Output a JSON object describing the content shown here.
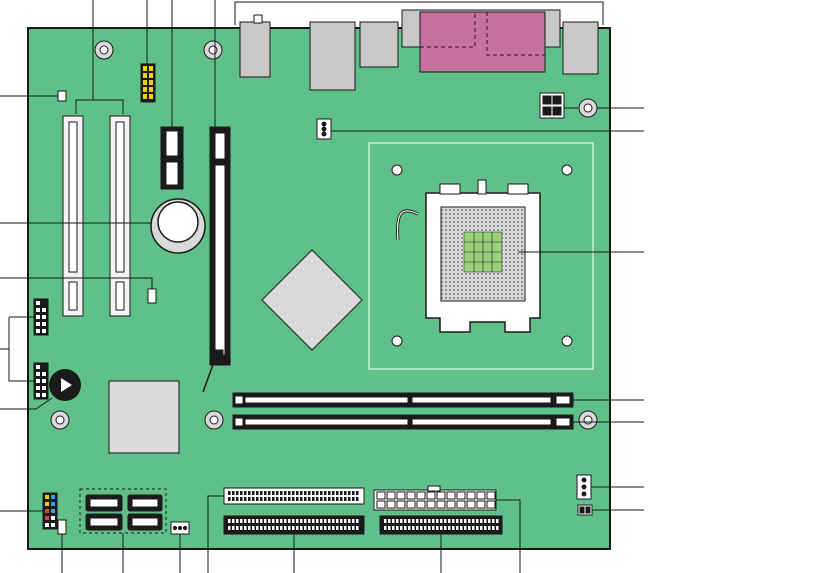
{
  "diagram": {
    "board_color": "#5fc08a",
    "board_outline": "#1a1a1a",
    "component_grey": "#c8c8c8",
    "leader_color": "#1a1a1a",
    "highlight_colors": {
      "parallel_port": "#c870a0",
      "jumper_block": "#f0d000",
      "panel_header_pins": [
        "#f0d000",
        "#3aa0e0",
        "#e04040",
        "#ffffff"
      ],
      "cpu_contacts": "#9ad07a",
      "cpu_socket_grid": "#a0a0a0"
    },
    "components": [
      "back-panel-connectors",
      "parallel-port",
      "pci-slot-1",
      "pci-slot-2",
      "pci-express-x1-slot",
      "pci-express-x16-slot",
      "jumper-block",
      "cmos-battery",
      "chipset-heatsink",
      "processor-socket",
      "dimm-slot-1",
      "dimm-slot-2",
      "atx12v-power-connector",
      "main-power-connector",
      "floppy-connector",
      "ide-connector-primary",
      "ide-connector-secondary",
      "sata-connectors",
      "front-panel-header",
      "usb-headers",
      "speaker",
      "io-controller",
      "fan-headers",
      "mounting-holes"
    ]
  }
}
